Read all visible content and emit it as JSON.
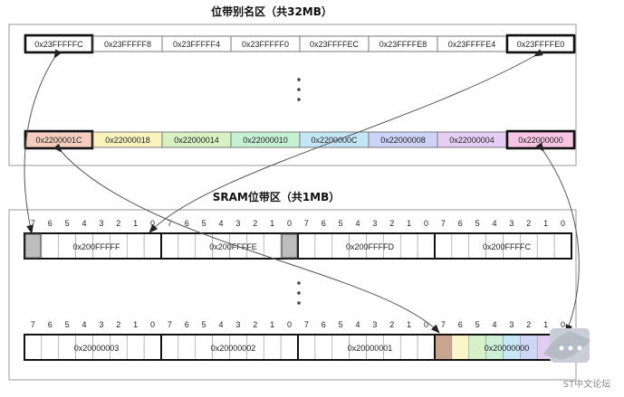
{
  "top_title": "位带别名区（共32MB）",
  "bottom_title": "SRAM位带区（共1MB）",
  "alias_top_row": [
    "0x23FFFFFC",
    "0x23FFFFF8",
    "0x23FFFFF4",
    "0x23FFFFF0",
    "0x23FFFFEC",
    "0x23FFFFE8",
    "0x23FFFFE4",
    "0x23FFFFE0"
  ],
  "alias_bottom_row": [
    {
      "label": "0x2200001C",
      "color": "#f4cdbd"
    },
    {
      "label": "0x22000018",
      "color": "#fbf3bd"
    },
    {
      "label": "0x22000014",
      "color": "#d8f1c2"
    },
    {
      "label": "0x22000010",
      "color": "#c6f0d2"
    },
    {
      "label": "0x2200000C",
      "color": "#c3e6f7"
    },
    {
      "label": "0x22000008",
      "color": "#cdd3f7"
    },
    {
      "label": "0x22000004",
      "color": "#e6cdf5"
    },
    {
      "label": "0x22000000",
      "color": "#f7c4e4"
    }
  ],
  "bit_labels": [
    "7",
    "6",
    "5",
    "4",
    "3",
    "2",
    "1",
    "0"
  ],
  "sram_top_words": [
    "0x200FFFFF",
    "0x200FFFFE",
    "0x200FFFFD",
    "0x200FFFFC"
  ],
  "sram_bottom_words": [
    "0x20000003",
    "0x20000002",
    "0x20000001",
    "0x20000000"
  ],
  "bit_colors_word0": [
    "#c9a58f",
    "#faf5c8",
    "#d6f0c7",
    "#cdf0d7",
    "#c7e6f6",
    "#cfd6f5",
    "#e2ccf3",
    "#a77aa0"
  ],
  "dots": "•\n•\n•",
  "watermark": "ST中文论坛"
}
